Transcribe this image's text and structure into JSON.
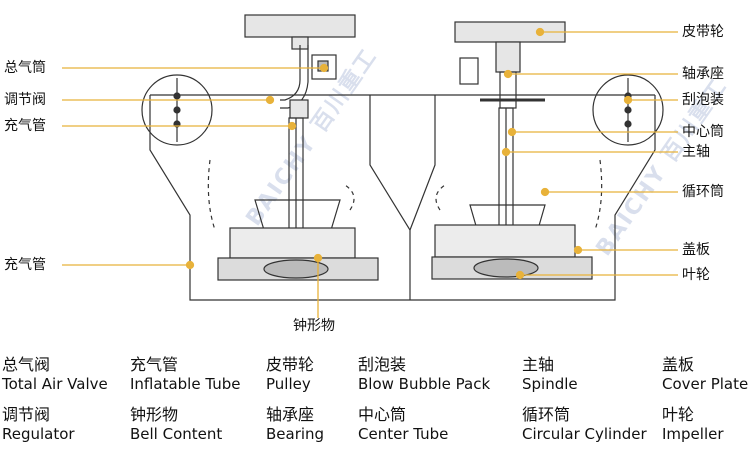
{
  "watermark": {
    "text": "BAICHY 百川重工",
    "color": "#8c9cc8"
  },
  "colors": {
    "leader": "#e8b23a",
    "dot": "#e8b23a",
    "line": "#333333"
  },
  "callouts": [
    {
      "id": "total-air-valve",
      "text": "总气筒"
    },
    {
      "id": "regulator",
      "text": "调节阀"
    },
    {
      "id": "inflatable-tube",
      "text": "充气管"
    },
    {
      "id": "inflatable-tube-2",
      "text": "充气管"
    },
    {
      "id": "bell-content",
      "text": "钟形物"
    },
    {
      "id": "pulley",
      "text": "皮带轮"
    },
    {
      "id": "bearing",
      "text": "轴承座"
    },
    {
      "id": "blow-bubble-pack",
      "text": "刮泡装"
    },
    {
      "id": "center-tube",
      "text": "中心筒"
    },
    {
      "id": "spindle",
      "text": "主轴"
    },
    {
      "id": "circular-cylinder",
      "text": "循环筒"
    },
    {
      "id": "cover-plate",
      "text": "盖板"
    },
    {
      "id": "impeller",
      "text": "叶轮"
    }
  ],
  "legend": [
    {
      "zh": "总气阀",
      "en": "Total Air Valve"
    },
    {
      "zh": "调节阀",
      "en": "Regulator"
    },
    {
      "zh": "充气管",
      "en": "Inflatable Tube"
    },
    {
      "zh": "钟形物",
      "en": "Bell Content"
    },
    {
      "zh": "皮带轮",
      "en": "Pulley"
    },
    {
      "zh": "轴承座",
      "en": "Bearing"
    },
    {
      "zh": "刮泡装",
      "en": "Blow Bubble Pack"
    },
    {
      "zh": "中心筒",
      "en": "Center Tube"
    },
    {
      "zh": "主轴",
      "en": "Spindle"
    },
    {
      "zh": "循环筒",
      "en": "Circular Cylinder"
    },
    {
      "zh": "盖板",
      "en": "Cover Plate"
    },
    {
      "zh": "叶轮",
      "en": "Impeller"
    }
  ]
}
